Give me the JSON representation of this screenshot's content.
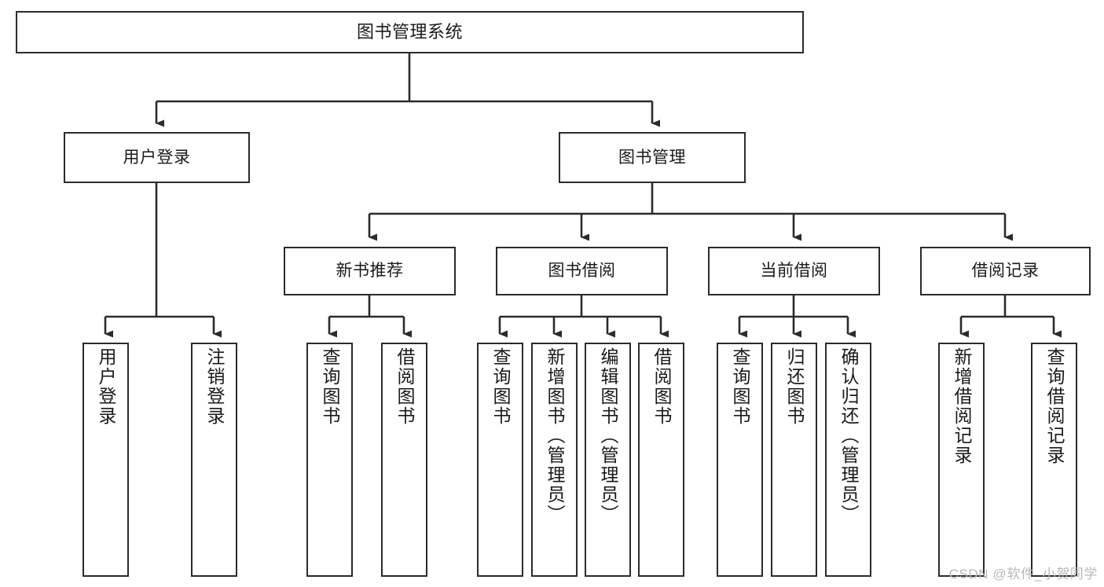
{
  "diagram": {
    "title": "图书管理系统",
    "type": "tree",
    "watermark": "CSDN @软件_小贺同学",
    "colors": {
      "node_border": "#2b2b2b",
      "node_fill": "#ffffff",
      "edge": "#2b2b2b",
      "text": "#1a1a1a",
      "watermark": "#b9b9b9",
      "background": "#ffffff"
    },
    "nodes": {
      "root": {
        "label": "图书管理系统"
      },
      "level2": [
        {
          "label": "用户登录"
        },
        {
          "label": "图书管理"
        }
      ],
      "level3": [
        {
          "label": "新书推荐"
        },
        {
          "label": "图书借阅"
        },
        {
          "label": "当前借阅"
        },
        {
          "label": "借阅记录"
        }
      ],
      "leaves": {
        "user_login": [
          {
            "label": "用户登录"
          },
          {
            "label": "注销登录"
          }
        ],
        "new_book_recommend": [
          {
            "label": "查询图书"
          },
          {
            "label": "借阅图书"
          }
        ],
        "book_borrow": [
          {
            "label": "查询图书"
          },
          {
            "label": "新增图书（管理员）"
          },
          {
            "label": "编辑图书（管理员）"
          },
          {
            "label": "借阅图书"
          }
        ],
        "current_borrow": [
          {
            "label": "查询图书"
          },
          {
            "label": "归还图书"
          },
          {
            "label": "确认归还（管理员）"
          }
        ],
        "borrow_record": [
          {
            "label": "新增借阅记录"
          },
          {
            "label": "查询借阅记录"
          }
        ]
      }
    }
  }
}
